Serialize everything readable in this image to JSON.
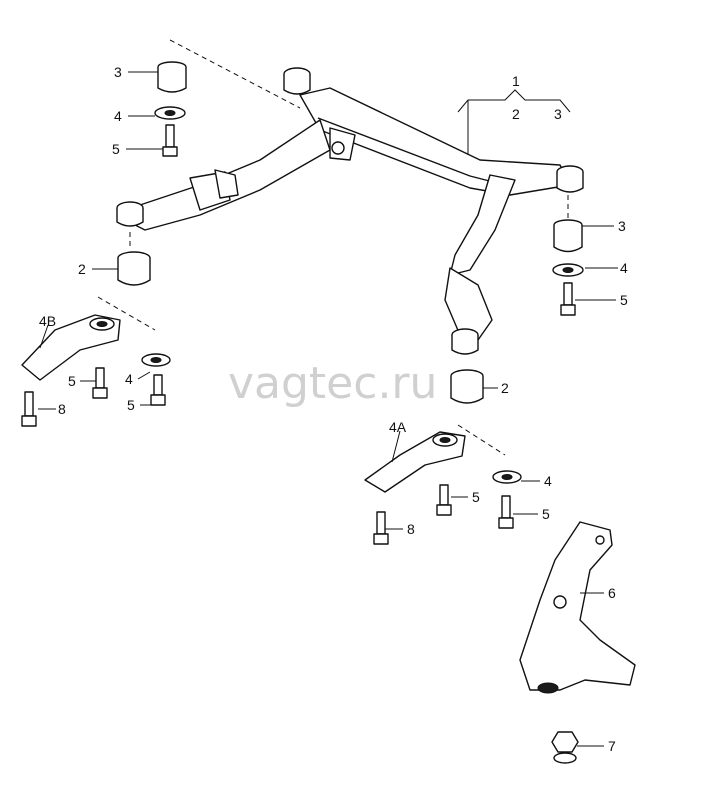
{
  "watermark": "vagtec.ru",
  "callouts": {
    "c1": "1",
    "c1_sub2": "2",
    "c1_sub3": "3",
    "c3_left": "3",
    "c4_left": "4",
    "c5_left": "5",
    "c2_left": "2",
    "c4b": "4B",
    "c5_b1": "5",
    "c4_b": "4",
    "c5_b2": "5",
    "c8_left": "8",
    "c3_right": "3",
    "c4_right": "4",
    "c5_right": "5",
    "c2_right": "2",
    "c4a": "4A",
    "c5_a1": "5",
    "c4_a": "4",
    "c5_a2": "5",
    "c8_right": "8",
    "c6": "6",
    "c7": "7"
  }
}
